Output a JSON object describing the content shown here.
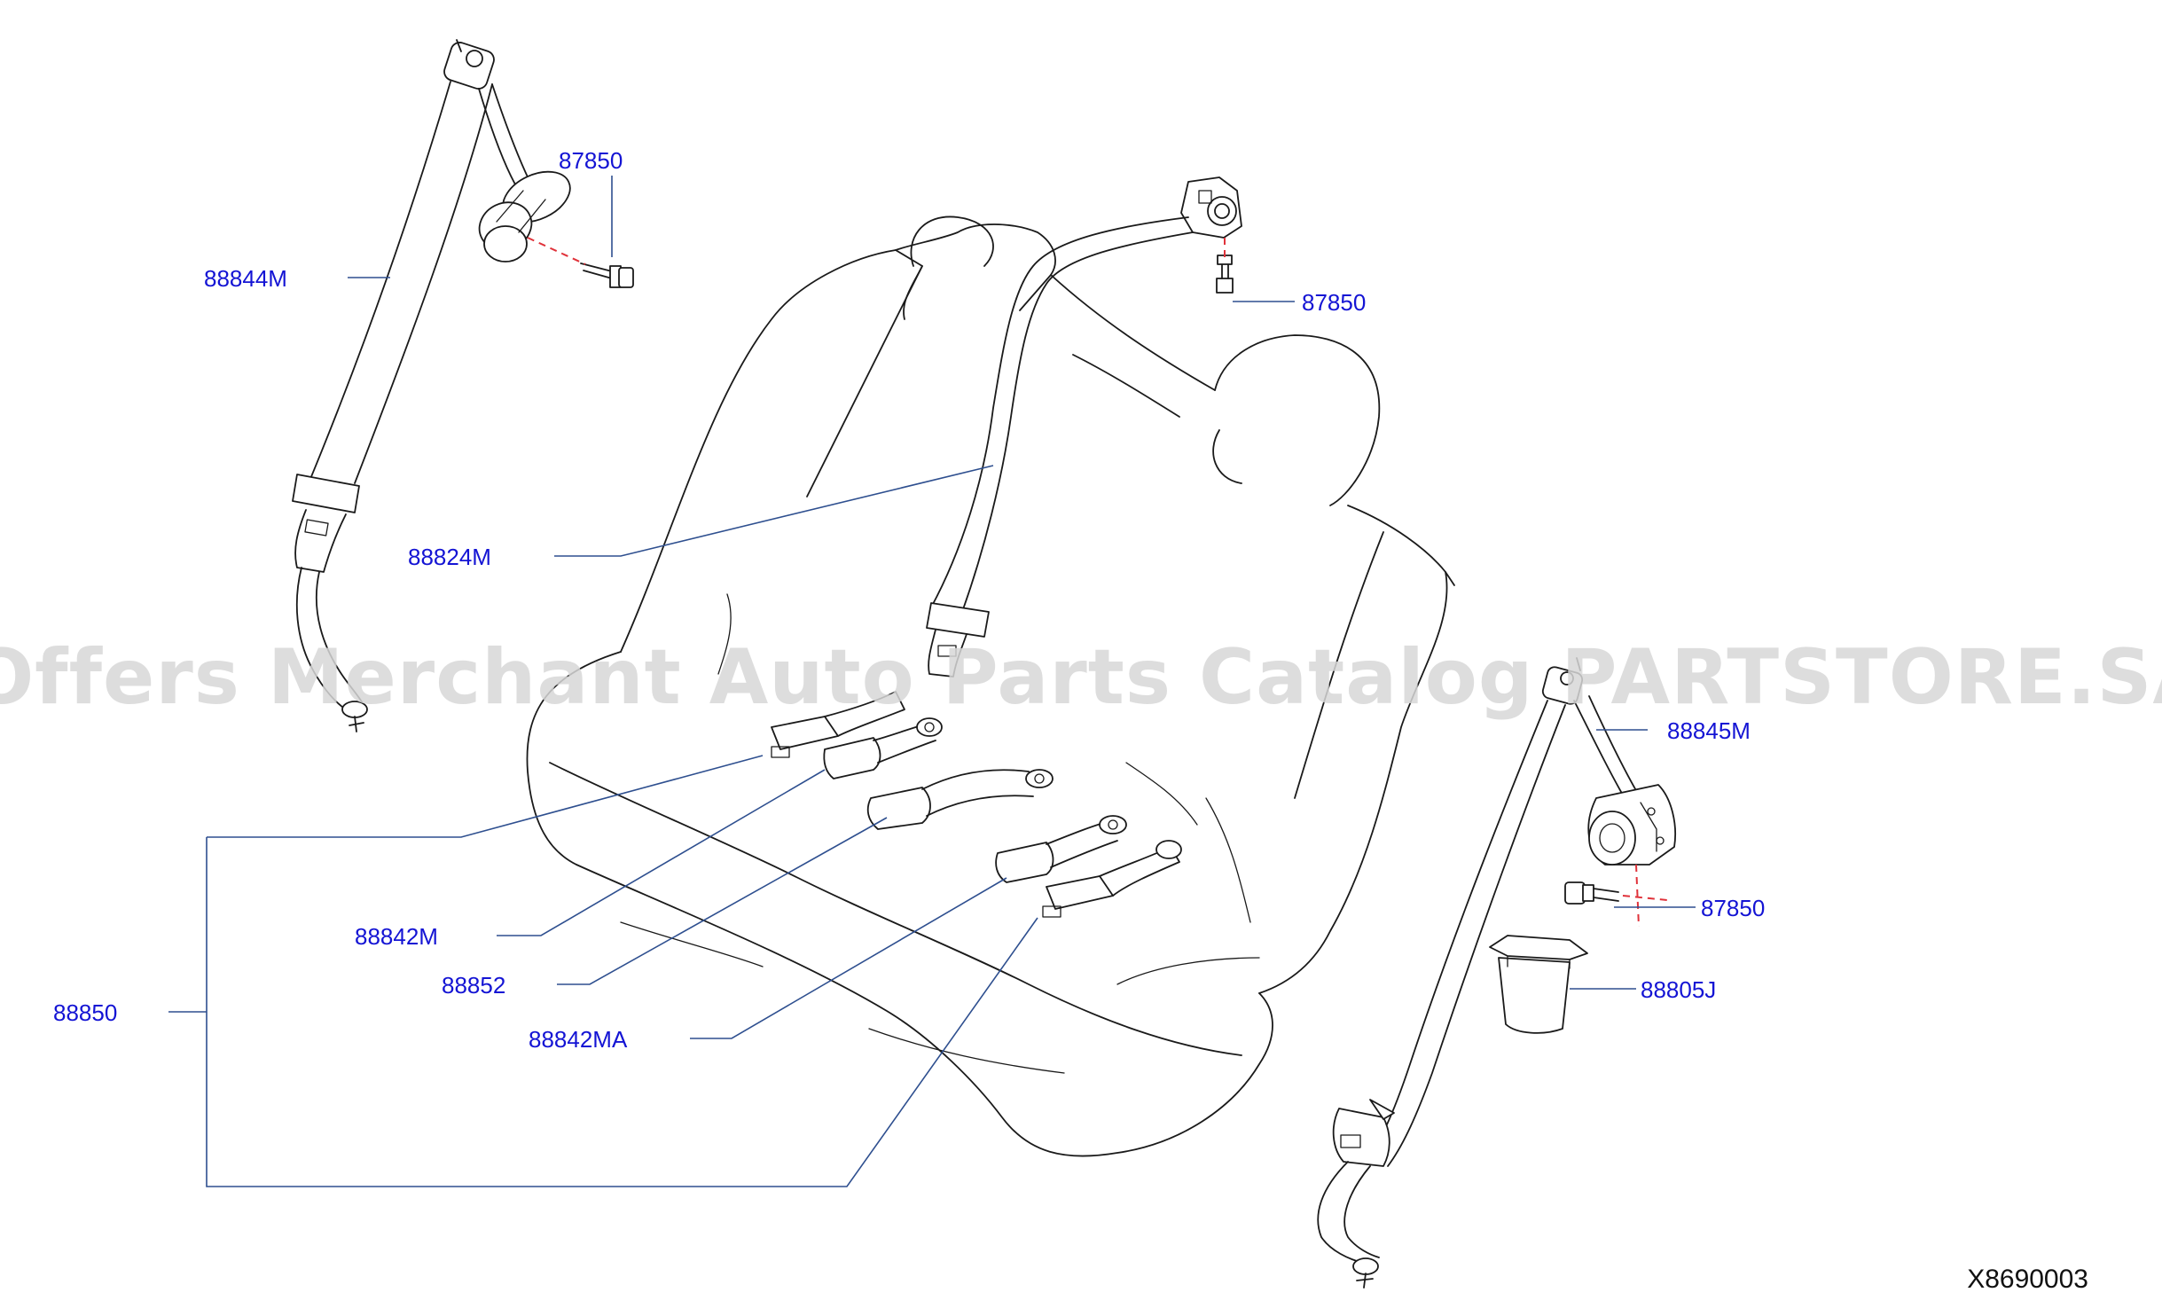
{
  "watermark": "Offers Merchant Auto Parts Catalog PARTSTORE.SA",
  "diagram_ref": "X8690003",
  "callouts": {
    "c87850_top": "87850",
    "c88844M": "88844M",
    "c87850_right": "87850",
    "c88824M": "88824M",
    "c88845M": "88845M",
    "c87850_lower": "87850",
    "c88805J": "88805J",
    "c88842M": "88842M",
    "c88852": "88852",
    "c88850": "88850",
    "c88842MA": "88842MA"
  },
  "colors": {
    "callout_text": "#1414d4",
    "leader_line": "#2e4f8f",
    "install_dash": "#e0323a",
    "watermark": "#d7d7d7"
  }
}
